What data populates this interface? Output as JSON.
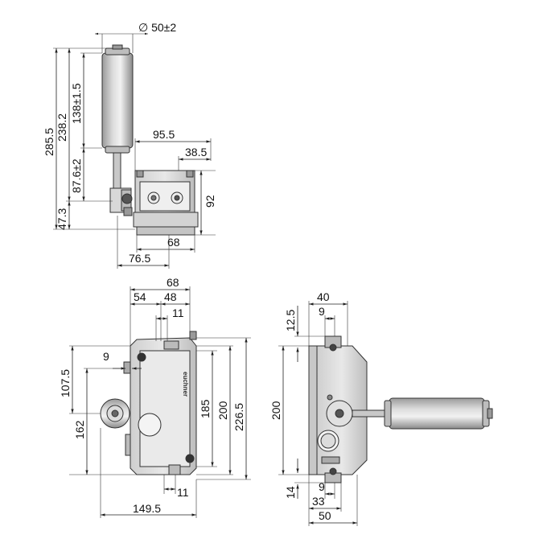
{
  "top_view": {
    "dims": {
      "dia_roller": "∅ 50±2",
      "h_285_5": "285.5",
      "h_238_2": "238.2",
      "h_138": "138±1.5",
      "h_87_6": "87.6±2",
      "h_47_3": "47.3",
      "w_95_5": "95.5",
      "w_38_5": "38.5",
      "h_92": "92",
      "w_68": "68",
      "w_76_5": "76.5"
    }
  },
  "front_view": {
    "dims": {
      "w_68": "68",
      "w_54": "54",
      "w_48": "48",
      "w_11_top": "11",
      "w_9": "9",
      "h_107_5": "107.5",
      "h_162": "162",
      "h_185": "185",
      "h_200": "200",
      "h_226_5": "226.5",
      "w_11_bottom": "11",
      "w_149_5": "149.5"
    },
    "brand_label": "euchner"
  },
  "side_view": {
    "dims": {
      "w_40": "40",
      "w_9_top": "9",
      "h_12_5": "12.5",
      "h_200": "200",
      "h_14": "14",
      "w_9_bottom": "9",
      "w_33": "33",
      "w_50": "50"
    }
  }
}
